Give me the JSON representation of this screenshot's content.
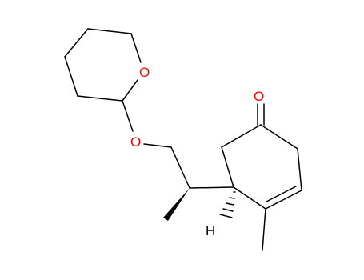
{
  "molecule": {
    "colors": {
      "bond": "#000000",
      "oxygen": "#ff0000",
      "hydrogen": "#000000",
      "background": "#ffffff"
    },
    "atoms": {
      "ring_oxygen": "O",
      "ether_oxygen": "O",
      "ketone_oxygen": "O",
      "stereo_hydrogen": "H"
    }
  }
}
